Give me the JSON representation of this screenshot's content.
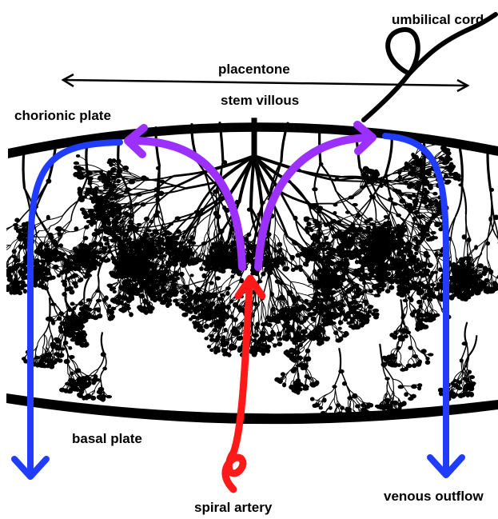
{
  "labels": {
    "umbilical_cord": "umbilical cord",
    "placentone": "placentone",
    "stem_villous": "stem villous",
    "chorionic_plate": "chorionic plate",
    "basal_plate": "basal plate",
    "spiral_artery": "spiral artery",
    "venous_outflow": "venous outflow"
  },
  "colors": {
    "arterial_inflow": "#ff1a1a",
    "maternal_flow": "#9b30ff",
    "venous_outflow": "#1f3cff",
    "villous_tree": "#000000"
  }
}
